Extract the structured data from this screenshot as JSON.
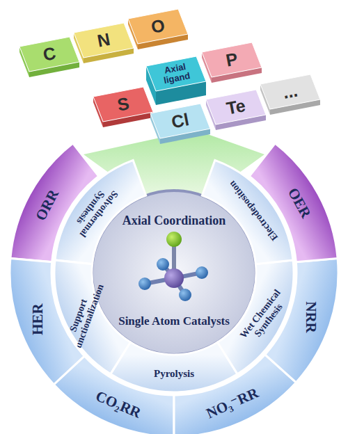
{
  "diagram": {
    "nodes": [
      {
        "text": [
          "C"
        ]
      },
      {
        "text": [
          "N"
        ]
      },
      {
        "text": [
          "O"
        ]
      },
      {
        "text": [
          "Axial ligand"
        ]
      },
      {
        "text": [
          "P"
        ]
      },
      {
        "text": [
          "S"
        ]
      },
      {
        "text": [
          "Cl"
        ]
      },
      {
        "text": [
          "Te"
        ]
      },
      {
        "text": [
          "..."
        ]
      },
      {
        "text": [
          "Axial Coordination",
          "Single Atom Catalysts"
        ]
      },
      {
        "text": [
          "Solvothermal Synthesis"
        ]
      },
      {
        "text": [
          "Support Functionalization"
        ]
      },
      {
        "text": [
          "Pyrolysis"
        ]
      },
      {
        "text": [
          "Wet Chemical Synthesis"
        ]
      },
      {
        "text": [
          "Electrodeposition"
        ]
      },
      {
        "text": [
          "ORR"
        ]
      },
      {
        "text": [
          "HER"
        ]
      },
      {
        "text": [
          "CO₂RR"
        ]
      },
      {
        "text": [
          "NO₃⁻RR"
        ]
      },
      {
        "text": [
          "NRR"
        ]
      },
      {
        "text": [
          "OER"
        ]
      }
    ]
  }
}
